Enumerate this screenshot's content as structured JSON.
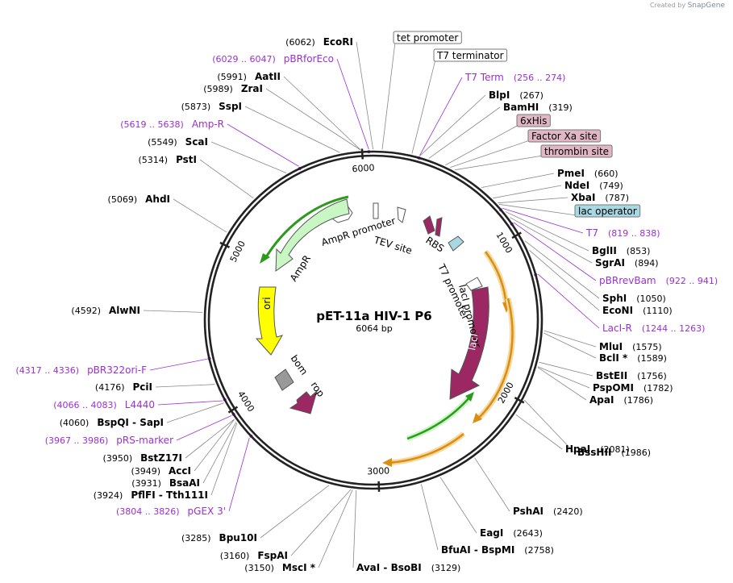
{
  "credit": {
    "prefix": "Created by",
    "brand": "SnapGene"
  },
  "plasmid": {
    "name": "pET-11a HIV-1 P6",
    "size": "6064 bp"
  },
  "colors": {
    "enzyme": "#000000",
    "primer": "#9b2fd6",
    "ampr": "#c9f7c4",
    "ampr_promoter": "#ffffff",
    "ori": "#ffff00",
    "lacI": "#9b2763",
    "rop": "#9b2763",
    "bom": "#999999",
    "orf_orange": "#d88f12",
    "orf_green": "#2d9a1d",
    "lac_operator_bg": "#a8d8e2",
    "pink_box_bg": "#e1b7c4"
  },
  "ruler_ticks": [
    {
      "pos": 1000,
      "label": "1000"
    },
    {
      "pos": 2000,
      "label": "2000"
    },
    {
      "pos": 3000,
      "label": "3000"
    },
    {
      "pos": 4000,
      "label": "4000"
    },
    {
      "pos": 5000,
      "label": "5000"
    },
    {
      "pos": 6000,
      "label": "6000"
    }
  ],
  "boxed_labels": [
    {
      "text": "tet promoter",
      "style": "white",
      "pos": 50
    },
    {
      "text": "T7 terminator",
      "style": "white",
      "pos": 220
    },
    {
      "text": "6xHis",
      "style": "pink",
      "pos": 420
    },
    {
      "text": "Factor Xa site",
      "style": "pink",
      "pos": 450
    },
    {
      "text": "thrombin site",
      "style": "pink",
      "pos": 480
    },
    {
      "text": "lac operator",
      "style": "blue",
      "pos": 798
    }
  ],
  "primers_right": [
    {
      "coords": "(256 .. 274)",
      "name": "T7 Term",
      "pos": 265
    },
    {
      "coords": "(819 .. 838)",
      "name": "T7",
      "pos": 828
    },
    {
      "coords": "(922 .. 941)",
      "name": "pBRrevBam",
      "pos": 930
    },
    {
      "coords": "(1244 .. 1263)",
      "name": "LacI-R",
      "pos": 1253
    }
  ],
  "primers_left": [
    {
      "coords": "(6029 .. 6047)",
      "name": "pBRforEco",
      "pos": 6038
    },
    {
      "coords": "(5619 .. 5638)",
      "name": "Amp-R",
      "pos": 5628
    },
    {
      "coords": "(4317 .. 4336)",
      "name": "pBR322ori-F",
      "pos": 4326
    },
    {
      "coords": "(4066 .. 4083)",
      "name": "L4440",
      "pos": 4074
    },
    {
      "coords": "(3967 .. 3986)",
      "name": "pRS-marker",
      "pos": 3976
    },
    {
      "coords": "(3804 .. 3826)",
      "name": "pGEX 3'",
      "pos": 3815
    }
  ],
  "enzymes_right": [
    {
      "name": "BlpI",
      "coord": "(267)",
      "pos": 267
    },
    {
      "name": "BamHI",
      "coord": "(319)",
      "pos": 319
    },
    {
      "name": "PmeI",
      "coord": "(660)",
      "pos": 660
    },
    {
      "name": "NdeI",
      "coord": "(749)",
      "pos": 749
    },
    {
      "name": "XbaI",
      "coord": "(787)",
      "pos": 787
    },
    {
      "name": "BglII",
      "coord": "(853)",
      "pos": 853
    },
    {
      "name": "SgrAI",
      "coord": "(894)",
      "pos": 894
    },
    {
      "name": "SphI",
      "coord": "(1050)",
      "pos": 1050
    },
    {
      "name": "EcoNI",
      "coord": "(1110)",
      "pos": 1110
    },
    {
      "name": "MluI",
      "coord": "(1575)",
      "pos": 1575
    },
    {
      "name": "BclI *",
      "coord": "(1589)",
      "pos": 1589
    },
    {
      "name": "BstEII",
      "coord": "(1756)",
      "pos": 1756
    },
    {
      "name": "PspOMI",
      "coord": "(1782)",
      "pos": 1782
    },
    {
      "name": "ApaI",
      "coord": "(1786)",
      "pos": 1786
    },
    {
      "name": "BssHII",
      "coord": "(1986)",
      "pos": 1986
    },
    {
      "name": "HpaI",
      "coord": "(2081)",
      "pos": 2081
    },
    {
      "name": "PshAI",
      "coord": "(2420)",
      "pos": 2420
    },
    {
      "name": "EagI",
      "coord": "(2643)",
      "pos": 2643
    },
    {
      "name": "BfuAI  -  BspMI",
      "coord": "(2758)",
      "pos": 2758
    },
    {
      "name": "AvaI  -  BsoBI",
      "coord": "(3129)",
      "pos": 3129
    }
  ],
  "enzymes_left": [
    {
      "coord": "(6062)",
      "name": "EcoRI",
      "pos": 6062
    },
    {
      "coord": "(5991)",
      "name": "AatII",
      "pos": 5991
    },
    {
      "coord": "(5989)",
      "name": "ZraI",
      "pos": 5989
    },
    {
      "coord": "(5873)",
      "name": "SspI",
      "pos": 5873
    },
    {
      "coord": "(5549)",
      "name": "ScaI",
      "pos": 5549
    },
    {
      "coord": "(5314)",
      "name": "PstI",
      "pos": 5314
    },
    {
      "coord": "(5069)",
      "name": "AhdI",
      "pos": 5069
    },
    {
      "coord": "(4592)",
      "name": "AlwNI",
      "pos": 4592
    },
    {
      "coord": "(4176)",
      "name": "PciI",
      "pos": 4176
    },
    {
      "coord": "(4060)",
      "name": "BspQI  -  SapI",
      "pos": 4060
    },
    {
      "coord": "(3950)",
      "name": "BstZ17I",
      "pos": 3950
    },
    {
      "coord": "(3949)",
      "name": "AccI",
      "pos": 3949
    },
    {
      "coord": "(3931)",
      "name": "BsaAI",
      "pos": 3931
    },
    {
      "coord": "(3924)",
      "name": "PflFI  -  Tth111I",
      "pos": 3924
    },
    {
      "coord": "(3285)",
      "name": "Bpu10I",
      "pos": 3285
    },
    {
      "coord": "(3160)",
      "name": "FspAI",
      "pos": 3160
    },
    {
      "coord": "(3150)",
      "name": "MscI *",
      "pos": 3150
    }
  ],
  "feature_labels": {
    "ampr_promoter": "AmpR promoter",
    "ampr": "AmpR",
    "tev_site": "TEV site",
    "rbs": "RBS",
    "t7_promoter": "T7 promoter",
    "laci_promoter": "lacI promoter",
    "laci": "lacI",
    "ori": "ori",
    "bom": "bom",
    "rop": "rop"
  }
}
